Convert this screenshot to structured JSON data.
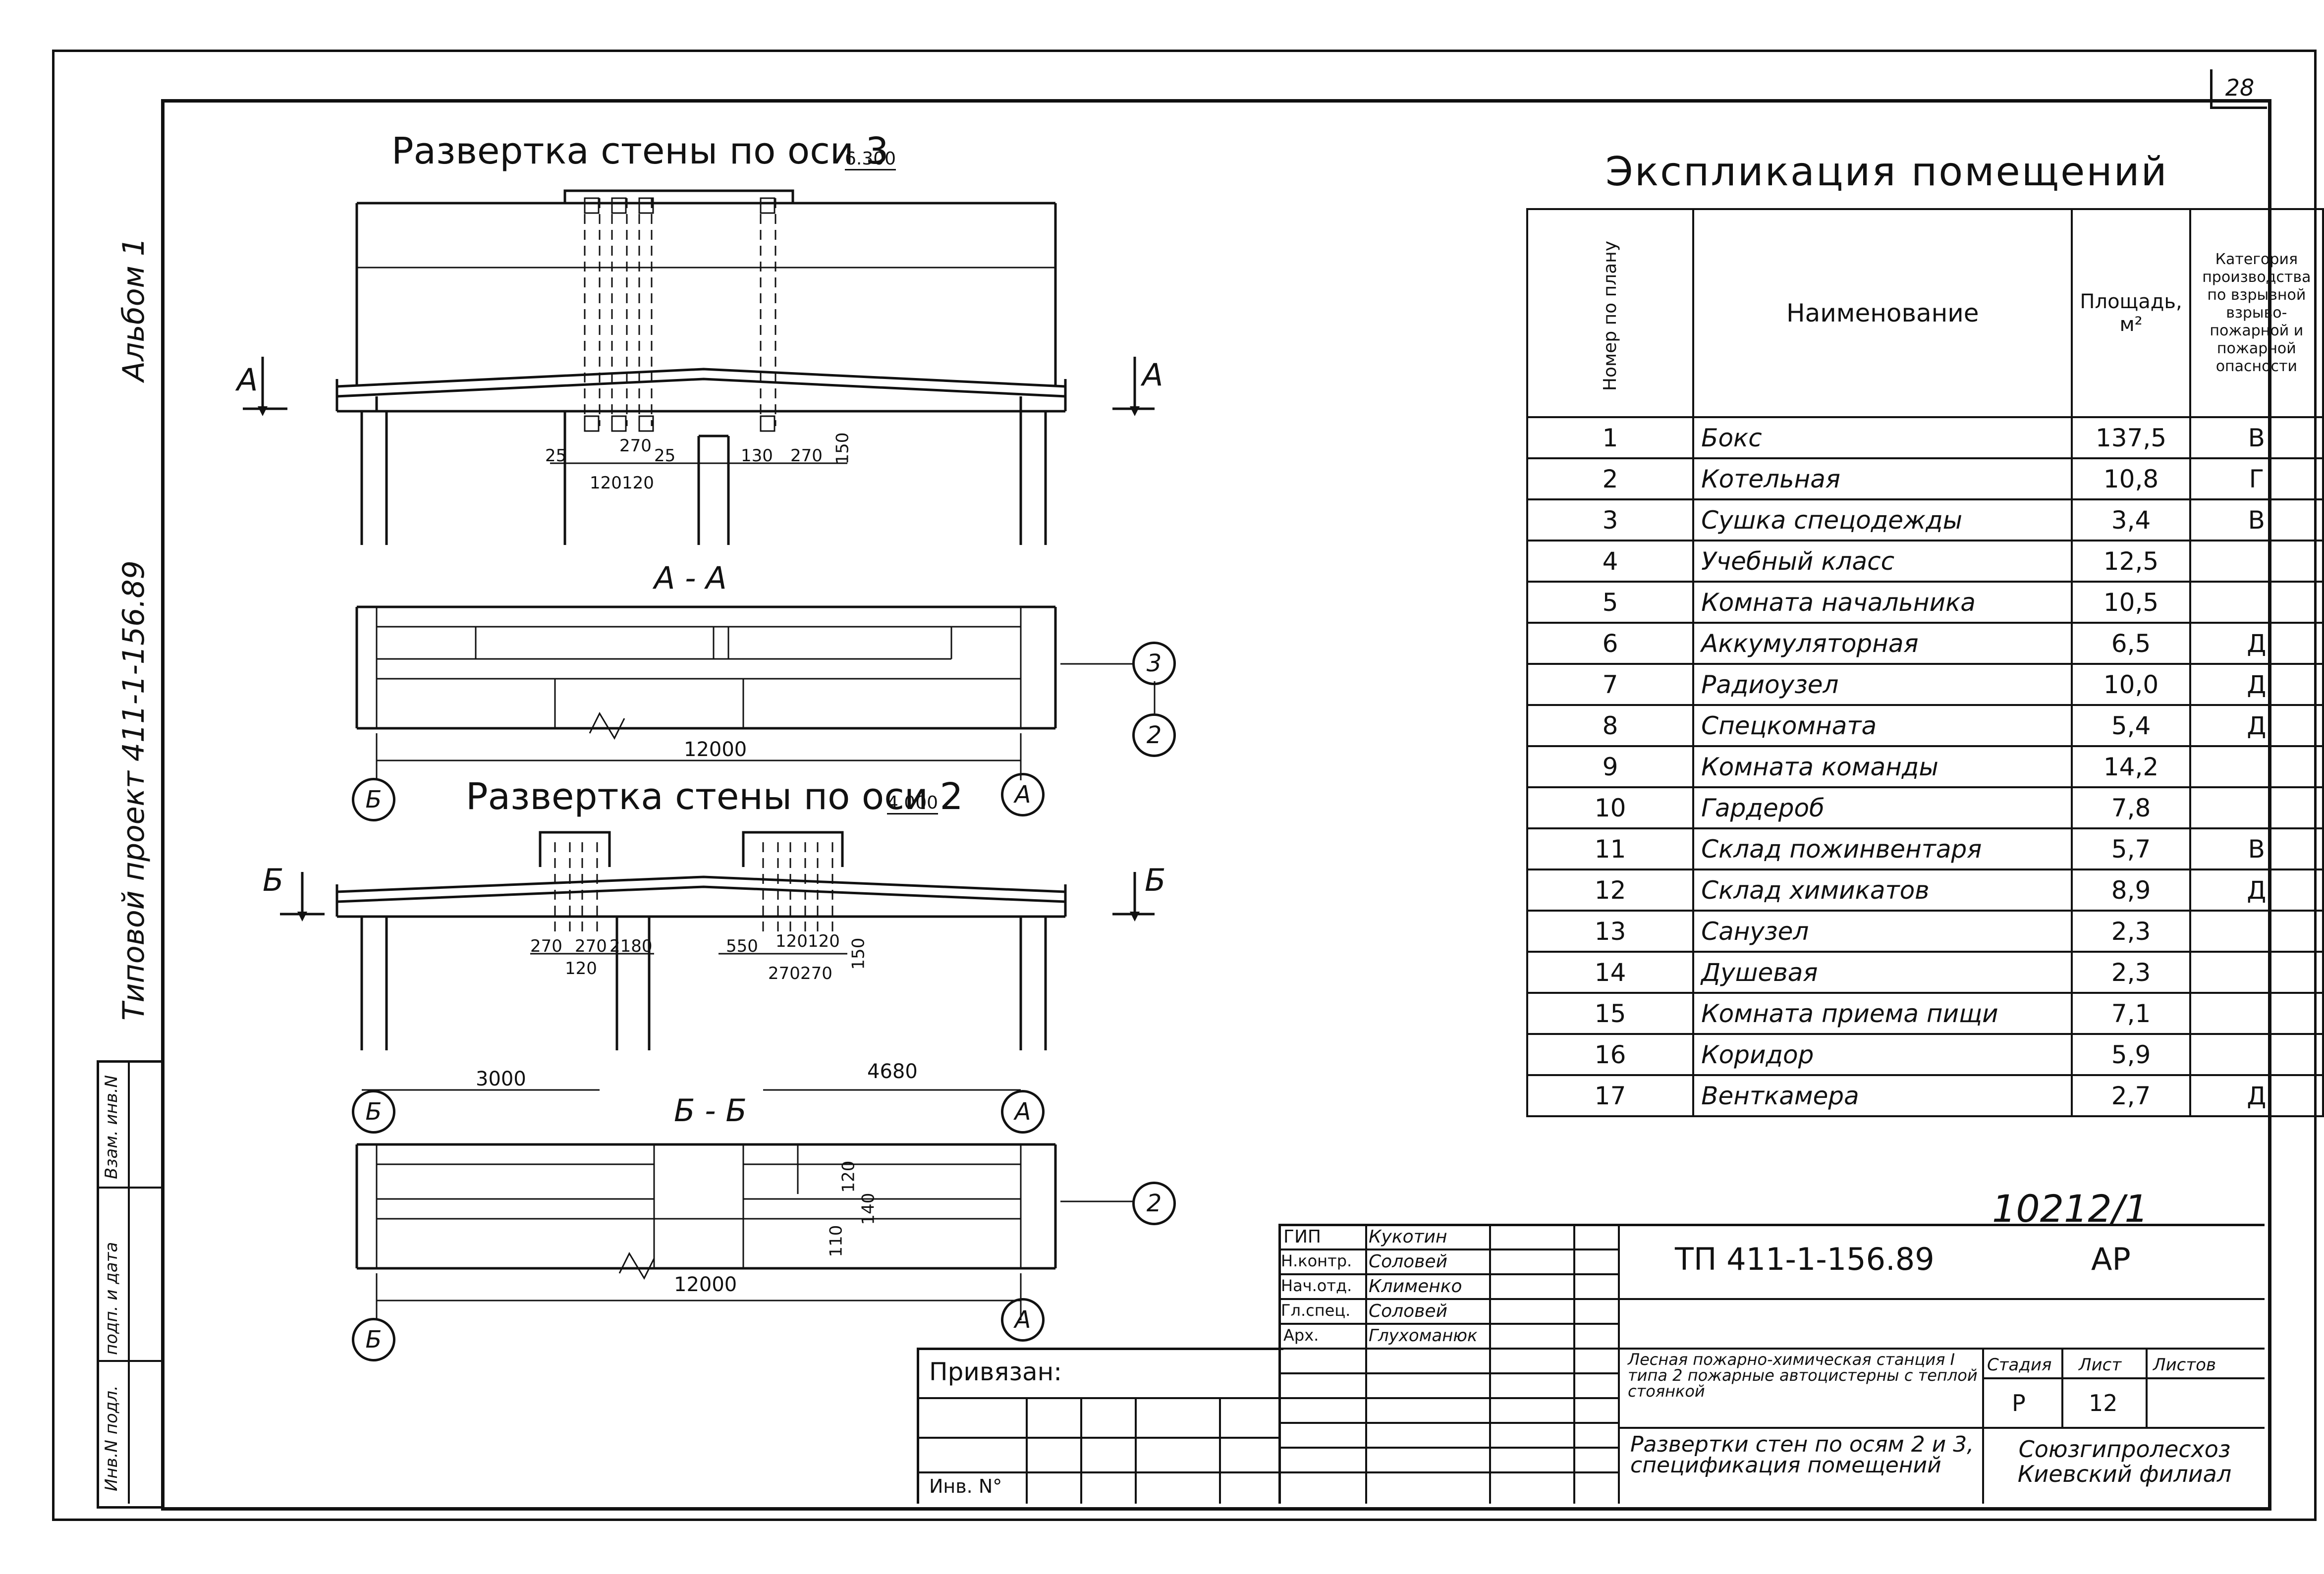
{
  "sheet_number": "28",
  "side": {
    "album": "Альбом 1",
    "project": "Типовой проект 411-1-156.89",
    "stamps": [
      "Инв.N подл.",
      "подп. и дата",
      "Взам. инв.N"
    ]
  },
  "drawing1": {
    "title": "Развертка стены по оси 3",
    "elevation": "6.300",
    "section_label": "А",
    "section_name": "А - А",
    "dims": [
      "25",
      "120",
      "120",
      "270",
      "25",
      "130",
      "270",
      "150"
    ],
    "overall_dim": "12000",
    "axes": [
      "Б",
      "А"
    ],
    "callouts": [
      "3",
      "2"
    ]
  },
  "drawing2": {
    "title": "Развертка стены по оси 2",
    "elevation": "4.000",
    "section_label": "Б",
    "section_name": "Б - Б",
    "dims": [
      "270",
      "270",
      "2180",
      "120",
      "550",
      "120",
      "120",
      "270",
      "270",
      "150"
    ],
    "span_dims": [
      "3000",
      "4680"
    ],
    "overall_dim": "12000",
    "plan_dims": [
      "120",
      "140",
      "110"
    ],
    "axes": [
      "Б",
      "А"
    ],
    "callout": "2"
  },
  "explication": {
    "title": "Экспликация помещений",
    "headers": {
      "num": "Номер по плану",
      "name": "Наименование",
      "area": "Площадь, м²",
      "category": "Категория производства по взрывной взрыво-пожарной и пожарной опасности"
    },
    "rows": [
      {
        "n": "1",
        "name": "Бокс",
        "area": "137,5",
        "cat": "В"
      },
      {
        "n": "2",
        "name": "Котельная",
        "area": "10,8",
        "cat": "Г"
      },
      {
        "n": "3",
        "name": "Сушка спецодежды",
        "area": "3,4",
        "cat": "В"
      },
      {
        "n": "4",
        "name": "Учебный класс",
        "area": "12,5",
        "cat": ""
      },
      {
        "n": "5",
        "name": "Комната начальника",
        "area": "10,5",
        "cat": ""
      },
      {
        "n": "6",
        "name": "Аккумуляторная",
        "area": "6,5",
        "cat": "Д"
      },
      {
        "n": "7",
        "name": "Радиоузел",
        "area": "10,0",
        "cat": "Д"
      },
      {
        "n": "8",
        "name": "Спецкомната",
        "area": "5,4",
        "cat": "Д"
      },
      {
        "n": "9",
        "name": "Комната команды",
        "area": "14,2",
        "cat": ""
      },
      {
        "n": "10",
        "name": "Гардероб",
        "area": "7,8",
        "cat": ""
      },
      {
        "n": "11",
        "name": "Склад пожинвентаря",
        "area": "5,7",
        "cat": "В"
      },
      {
        "n": "12",
        "name": "Склад химикатов",
        "area": "8,9",
        "cat": "Д"
      },
      {
        "n": "13",
        "name": "Санузел",
        "area": "2,3",
        "cat": ""
      },
      {
        "n": "14",
        "name": "Душевая",
        "area": "2,3",
        "cat": ""
      },
      {
        "n": "15",
        "name": "Комната приема пищи",
        "area": "7,1",
        "cat": ""
      },
      {
        "n": "16",
        "name": "Коридор",
        "area": "5,9",
        "cat": ""
      },
      {
        "n": "17",
        "name": "Венткамера",
        "area": "2,7",
        "cat": "Д"
      }
    ]
  },
  "title_block": {
    "drawing_no": "10212/1",
    "code": "ТП 411-1-156.89",
    "mark": "АР",
    "roles": [
      {
        "role": "ГИП",
        "name": "Кукотин"
      },
      {
        "role": "Н.контр.",
        "name": "Соловей"
      },
      {
        "role": "Нач.отд.",
        "name": "Клименко"
      },
      {
        "role": "Гл.спец.",
        "name": "Соловей"
      },
      {
        "role": "Арх.",
        "name": "Глухоманюк"
      }
    ],
    "bound_label": "Привязан:",
    "inv_label": "Инв. N°",
    "object": "Лесная пожарно-химическая станция I типа 2 пожарные автоцистерны с теплой стоянкой",
    "stage_label": "Стадия",
    "sheet_label": "Лист",
    "sheets_label": "Листов",
    "stage": "Р",
    "sheet": "12",
    "sheet_title": "Развертки стен по осям 2 и 3, спецификация помещений",
    "organization": "Союзгипролесхоз Киевский филиал"
  }
}
